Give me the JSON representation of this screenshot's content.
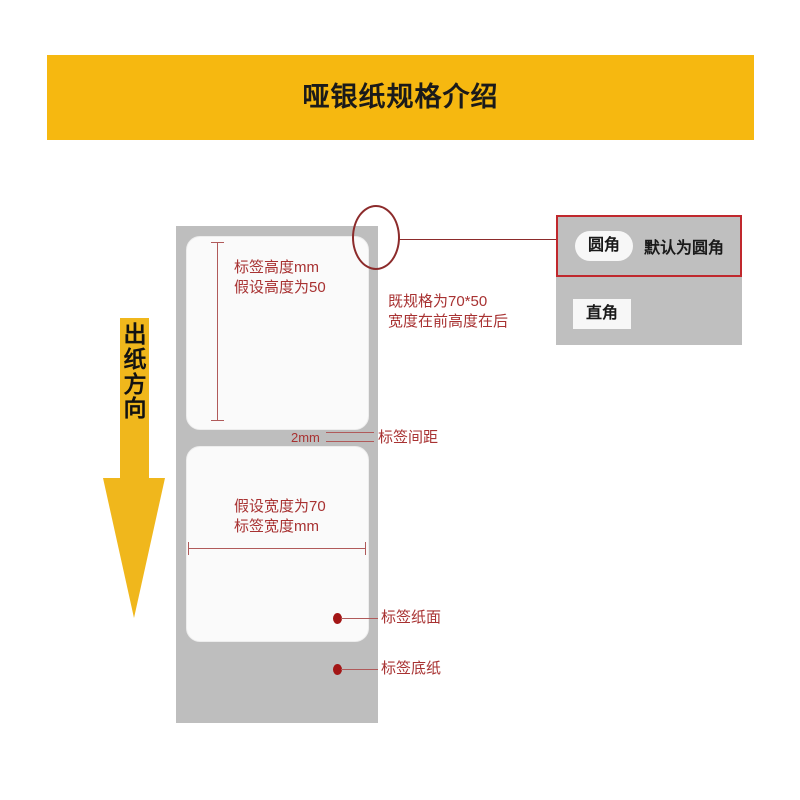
{
  "banner": {
    "title": "哑银纸规格介绍",
    "background_color": "#F6B810"
  },
  "paper_direction": {
    "label_chars": [
      "出",
      "纸",
      "方",
      "向"
    ],
    "arrow_color": "#F0B71C"
  },
  "diagram": {
    "liner_color": "#BEBEBE",
    "label_color": "#FAFAFA",
    "annotation_color": "#A83232",
    "annotations": {
      "label_height_line1": "标签高度mm",
      "label_height_line2": "假设高度为50",
      "spec_line1": "既规格为70*50",
      "spec_line2": "宽度在前高度在后",
      "gap_value": "2mm",
      "gap_label": "标签间距",
      "label_width_line1": "假设宽度为70",
      "label_width_line2": "标签宽度mm",
      "callout_face": "标签纸面",
      "callout_liner": "标签底纸"
    }
  },
  "corner_options": {
    "panel_color": "#BFBFBF",
    "highlight_color": "#C0282D",
    "rounded": {
      "chip_label": "圆角",
      "note": "默认为圆角"
    },
    "square": {
      "chip_label": "直角",
      "note": ""
    }
  }
}
